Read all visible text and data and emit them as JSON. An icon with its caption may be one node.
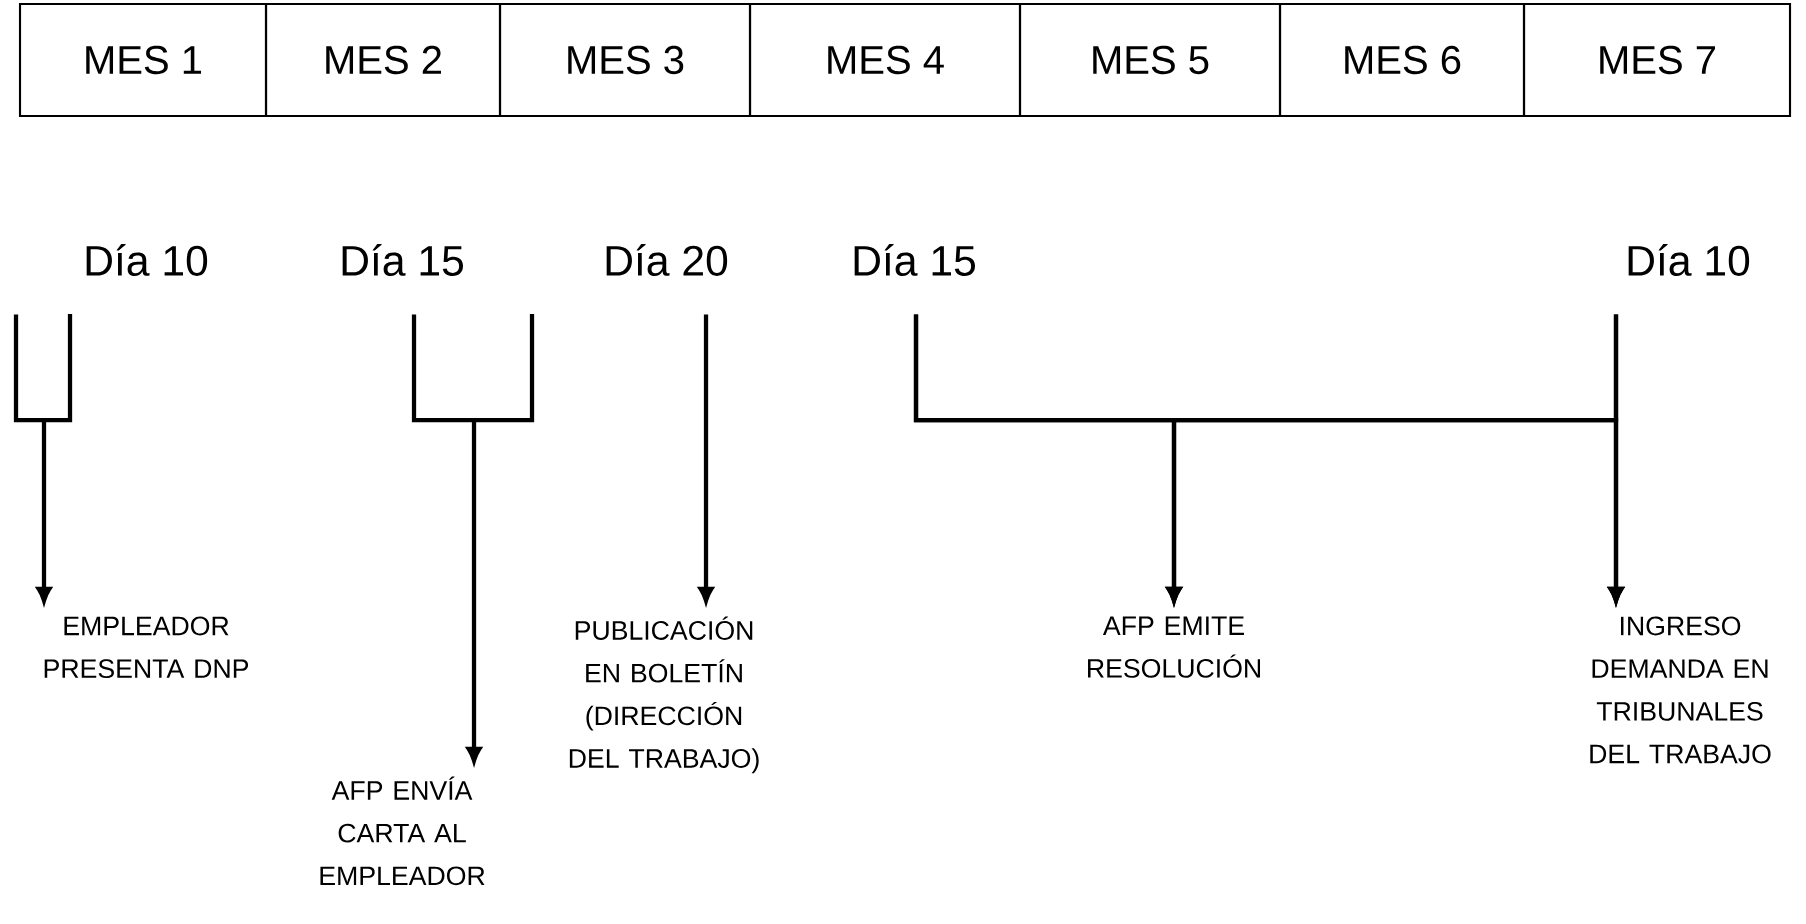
{
  "diagram": {
    "nodes": [
      {
        "text": [
          "MES 1"
        ]
      },
      {
        "text": [
          "MES 2"
        ]
      },
      {
        "text": [
          "MES 3"
        ]
      },
      {
        "text": [
          "MES 4"
        ]
      },
      {
        "text": [
          "MES 5"
        ]
      },
      {
        "text": [
          "MES 6"
        ]
      },
      {
        "text": [
          "MES 7"
        ]
      },
      {
        "text": [
          "Día 10"
        ]
      },
      {
        "text": [
          "Día 15"
        ]
      },
      {
        "text": [
          "Día 20"
        ]
      },
      {
        "text": [
          "Día 15"
        ]
      },
      {
        "text": [
          "Día 10"
        ]
      },
      {
        "text": [
          "EMPLEADOR PRESENTA DNP"
        ]
      },
      {
        "text": [
          "AFP ENVÍA CARTA AL EMPLEADOR"
        ]
      },
      {
        "text": [
          "PUBLICACIÓN EN BOLETÍN (DIRECCIÓN DEL TRABAJO)"
        ]
      },
      {
        "text": [
          "AFP EMITE RESOLUCIÓN"
        ]
      },
      {
        "text": [
          "INGRESO DEMANDA EN TRIBUNALES DEL TRABAJO"
        ]
      }
    ],
    "edges": [
      {
        "from": 7,
        "to": 12,
        "arrow": "to"
      },
      {
        "from": 8,
        "to": 13,
        "arrow": "to"
      },
      {
        "from": 9,
        "to": 14,
        "arrow": "to"
      },
      {
        "from": 10,
        "to": 15,
        "arrow": "to"
      },
      {
        "from": 11,
        "to": 15,
        "arrow": "to"
      },
      {
        "from": 10,
        "to": 16,
        "arrow": "to"
      },
      {
        "from": 11,
        "to": 16,
        "arrow": "to"
      }
    ]
  }
}
